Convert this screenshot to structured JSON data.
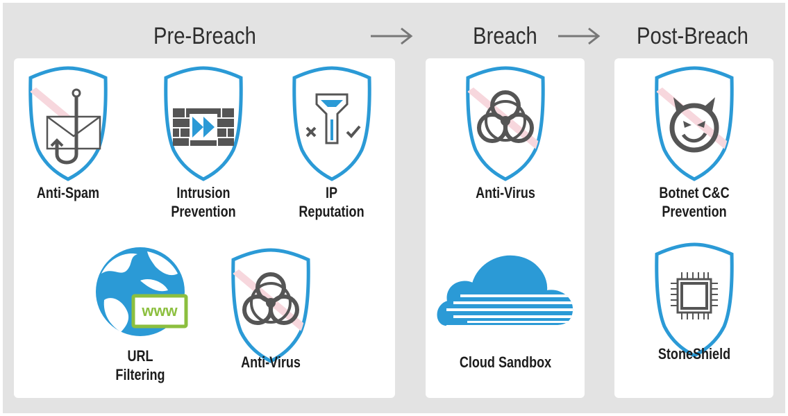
{
  "phases": {
    "pre_breach": {
      "title": "Pre-Breach",
      "features": {
        "anti_spam": "Anti-Spam",
        "intrusion_l1": "Intrusion",
        "intrusion_l2": "Prevention",
        "ip_l1": "IP",
        "ip_l2": "Reputation",
        "url_l1": "URL",
        "url_l2": "Filtering",
        "anti_virus": "Anti-Virus"
      },
      "www_badge": "www"
    },
    "breach": {
      "title": "Breach",
      "features": {
        "anti_virus": "Anti-Virus",
        "cloud_sandbox": "Cloud Sandbox"
      }
    },
    "post_breach": {
      "title": "Post-Breach",
      "features": {
        "botnet_l1": "Botnet C&C",
        "botnet_l2": "Prevention",
        "stoneshield": "StoneShield"
      }
    }
  },
  "colors": {
    "shield_stroke": "#2b9ad6",
    "stripe": "#f7d7dd",
    "background": "#e3e3e3",
    "panel": "#ffffff",
    "icon_dark": "#555555",
    "www_green": "#8cbf3f"
  },
  "icons": [
    "shield-icon",
    "fishhook-envelope-icon",
    "firewall-icon",
    "filter-funnel-icon",
    "biohazard-icon",
    "globe-icon",
    "cloud-icon",
    "devil-face-icon",
    "chip-icon",
    "arrow-right-icon"
  ]
}
